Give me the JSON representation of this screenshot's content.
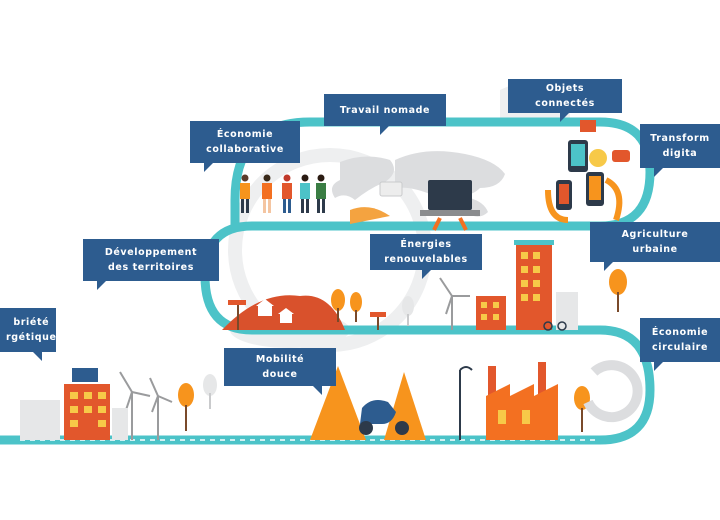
{
  "labels": {
    "travail_nomade": "Travail nomade",
    "objets_connectes": "Objets\nconnectés",
    "economie_collaborative": "Économie\ncollaborative",
    "transformation_digitale": "Transform\ndigita",
    "developpement_territoires": "Développement\ndes territoires",
    "energies_renouvelables": "Énergies\nrenouvelables",
    "agriculture_urbaine": "Agriculture\nurbaine",
    "sobriete_energetique": "briété\nrgétique",
    "mobilite_douce": "Mobilité\ndouce",
    "economie_circulaire": "Économie\ncirculaire"
  },
  "colors": {
    "road": "#4cc3c8",
    "label_bg": "#2d5c8f",
    "orange": "#f7941d",
    "orange_dark": "#e2572c",
    "red_hill": "#d9512c",
    "grey_light": "#e6e7e8",
    "grey_mid": "#c9cacc"
  }
}
